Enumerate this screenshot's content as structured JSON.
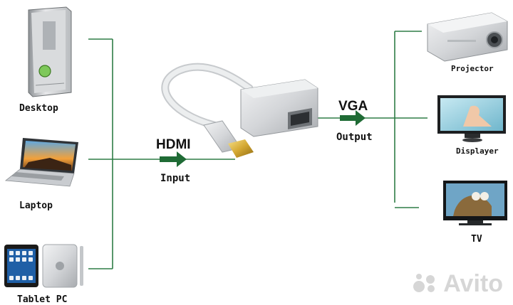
{
  "sources": {
    "desktop": "Desktop",
    "laptop": "Laptop",
    "tablet": "Tablet PC"
  },
  "adapter": {
    "in_signal": "HDMI",
    "in_label": "Input",
    "out_signal": "VGA",
    "out_label": "Output"
  },
  "targets": {
    "projector": "Projector",
    "displayer": "Displayer",
    "tv": "TV"
  },
  "colors": {
    "line": "#2e7d46",
    "arrow": "#1f6b35"
  },
  "watermark": "Avito"
}
